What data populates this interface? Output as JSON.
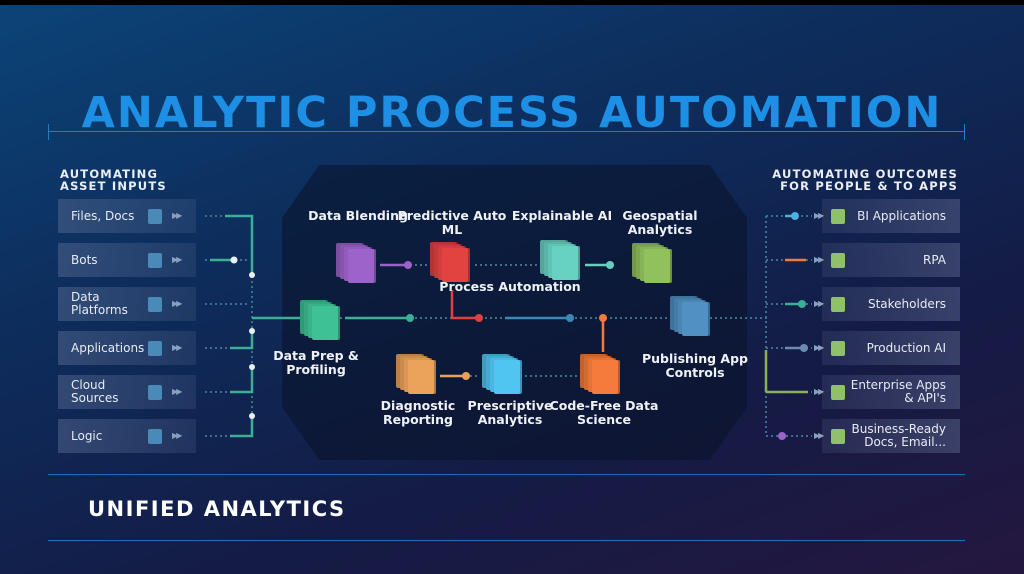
{
  "title": "ANALYTIC PROCESS AUTOMATION",
  "inputs": {
    "heading_line1": "AUTOMATING",
    "heading_line2": "ASSET INPUTS",
    "items": [
      {
        "label": "Files, Docs"
      },
      {
        "label": "Bots"
      },
      {
        "label": "Data Platforms"
      },
      {
        "label": "Applications"
      },
      {
        "label": "Cloud Sources"
      },
      {
        "label": "Logic"
      }
    ]
  },
  "outputs": {
    "heading_line1": "AUTOMATING OUTCOMES",
    "heading_line2": "FOR PEOPLE & TO APPS",
    "items": [
      {
        "label": "BI Applications"
      },
      {
        "label": "RPA"
      },
      {
        "label": "Stakeholders"
      },
      {
        "label": "Production AI"
      },
      {
        "label": "Enterprise Apps & API's"
      },
      {
        "label": "Business-Ready Docs, Email..."
      }
    ]
  },
  "nodes": [
    {
      "label": "Data Blending",
      "color": "#9b62c8"
    },
    {
      "label": "Predictive Auto ML",
      "color": "#e0413f"
    },
    {
      "label": "Explainable AI",
      "color": "#66cfc0"
    },
    {
      "label": "Geospatial Analytics",
      "color": "#8fbf5c"
    },
    {
      "label": "Data Prep & Profiling",
      "color": "#3dbf93"
    },
    {
      "label": "Publishing App Controls",
      "color": "#4f8fc0"
    },
    {
      "label": "Diagnostic Reporting",
      "color": "#e9a05a"
    },
    {
      "label": "Prescriptive Analytics",
      "color": "#4fc3f0"
    },
    {
      "label": "Code-Free Data Science",
      "color": "#f27a3a"
    }
  ],
  "center_label": "Process Automation",
  "footer": "UNIFIED ANALYTICS",
  "colors": {
    "title": "#1d8fe4",
    "input_cube": "#4a8ab8",
    "output_cube": "#8fc06a",
    "line": "#3cae96"
  }
}
